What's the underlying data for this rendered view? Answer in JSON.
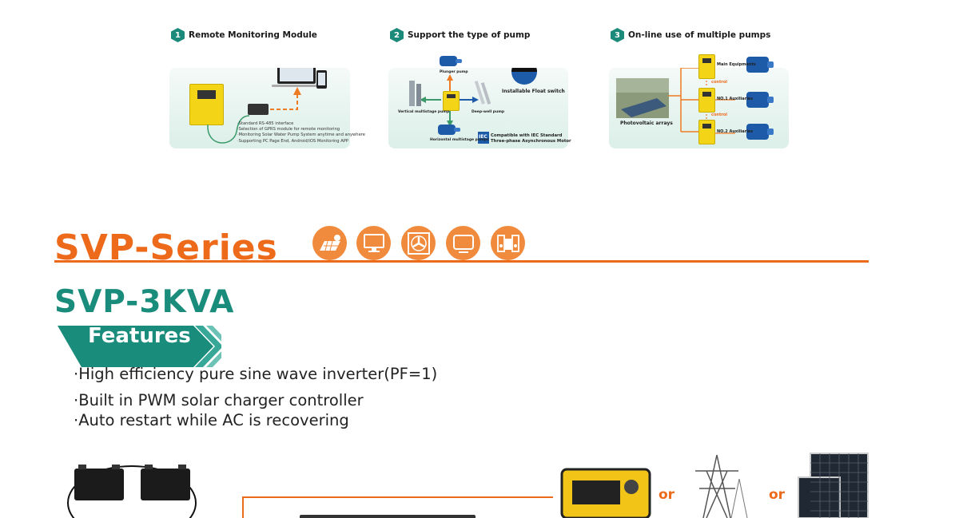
{
  "panels": [
    {
      "number": "1",
      "title": "Remote Monitoring Module",
      "bullets": [
        "·Standard RS-485 interface",
        "·Selection of GPRS module for remote monitoring",
        "·Monitoring Solar Water Pump System anytime and anywhere",
        "·Supporting PC Page End, Android/iOS Monitoring APP"
      ]
    },
    {
      "number": "2",
      "title": "Support the type of pump",
      "labels": {
        "plunger": "Plunger pump",
        "vertical": "Vertical multistage pump",
        "deep_well": "Deep-well pump",
        "horizontal": "Horizontal multistage pumps",
        "float_switch": "Installable Float switch",
        "iec": "IEC",
        "iec_line1": "Compatible with IEC Standard",
        "iec_line2": "Three-phase Asynchronous Motor"
      }
    },
    {
      "number": "3",
      "title": "On-line use of multiple pumps",
      "labels": {
        "pv": "Photovoltaic arrays",
        "main": "Main Equipments",
        "aux1": "NO.1 Auxiliaries",
        "aux2": "NO.2 Auxiliaries",
        "control1": "control",
        "control2": "control"
      }
    }
  ],
  "series": {
    "title": "SVP-Series",
    "icons": [
      "solar-panel-icon",
      "computer-icon",
      "fan-icon",
      "tv-icon",
      "stereo-icon"
    ]
  },
  "model": "SVP-3KVA",
  "features_heading": "Features",
  "features": [
    "·High efficiency pure sine wave inverter(PF=1)",
    "·Built in PWM solar charger controller",
    "·Auto restart while AC is recovering"
  ],
  "sources": {
    "or1": "or",
    "or2": "or"
  },
  "colors": {
    "accent": "#ee6a1b",
    "teal": "#1a8c7c",
    "inverter_yellow": "#f3d417"
  }
}
